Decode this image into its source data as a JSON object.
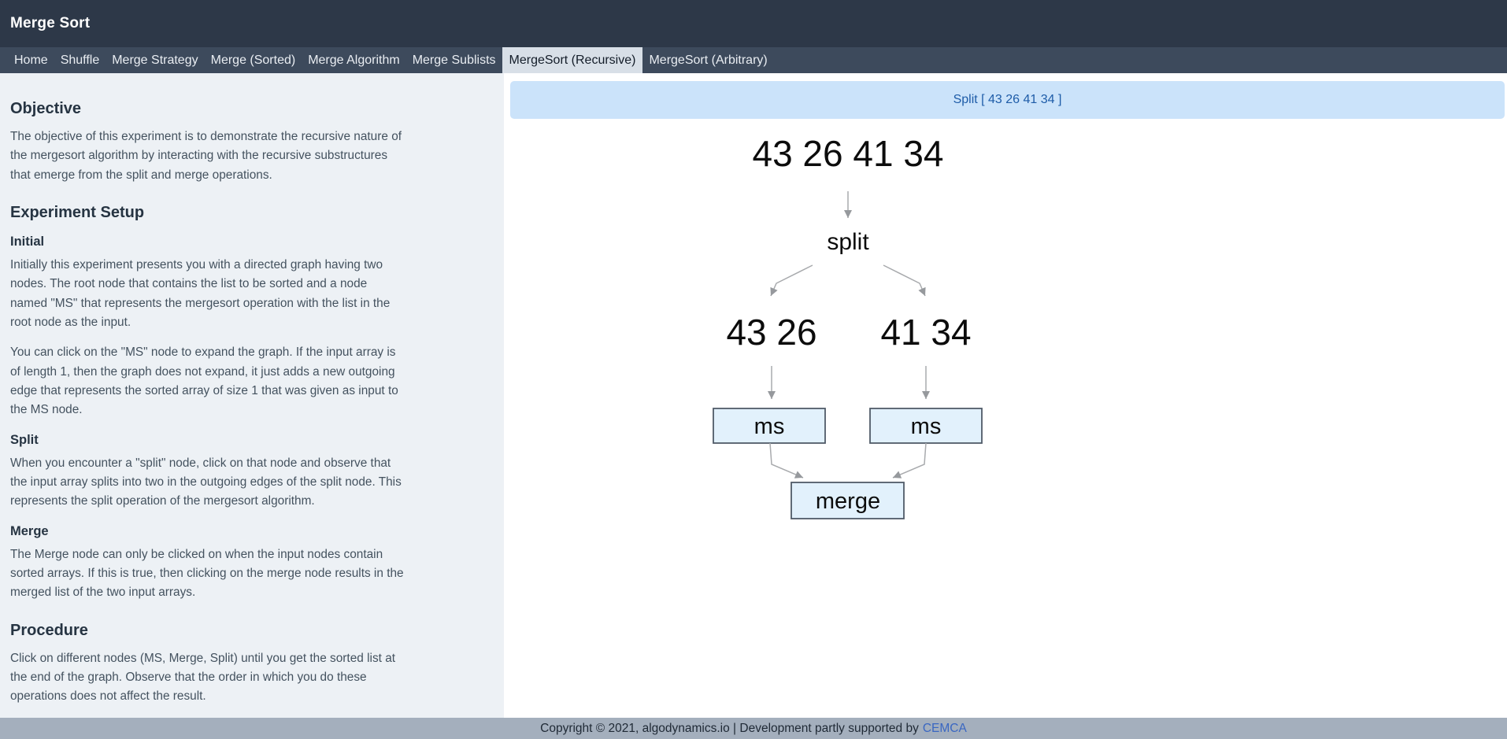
{
  "header": {
    "title": "Merge Sort"
  },
  "tabs": {
    "items": [
      {
        "label": "Home",
        "active": false
      },
      {
        "label": "Shuffle",
        "active": false
      },
      {
        "label": "Merge Strategy",
        "active": false
      },
      {
        "label": "Merge (Sorted)",
        "active": false
      },
      {
        "label": "Merge Algorithm",
        "active": false
      },
      {
        "label": "Merge Sublists",
        "active": false
      },
      {
        "label": "MergeSort (Recursive)",
        "active": true
      },
      {
        "label": "MergeSort (Arbitrary)",
        "active": false
      }
    ]
  },
  "sidebar": {
    "objective_heading": "Objective",
    "objective_text": "The objective of this experiment is to demonstrate the recursive nature of the mergesort algorithm by interacting with the recursive substructures that emerge from the split and merge operations.",
    "setup_heading": "Experiment Setup",
    "initial_heading": "Initial",
    "initial_p1": "Initially this experiment presents you with a directed graph having two nodes. The root node that contains the list to be sorted and a node named \"MS\" that represents the mergesort operation with the list in the root node as the input.",
    "initial_p2": "You can click on the \"MS\" node to expand the graph. If the input array is of length 1, then the graph does not expand, it just adds a new outgoing edge that represents the sorted array of size 1 that was given as input to the MS node.",
    "split_heading": "Split",
    "split_text": "When you encounter a \"split\" node, click on that node and observe that the input array splits into two in the outgoing edges of the split node. This represents the split operation of the mergesort algorithm.",
    "merge_heading": "Merge",
    "merge_text": "The Merge node can only be clicked on when the input nodes contain sorted arrays. If this is true, then clicking on the merge node results in the merged list of the two input arrays.",
    "procedure_heading": "Procedure",
    "procedure_text": "Click on different nodes (MS, Merge, Split) until you get the sorted list at the end of the graph. Observe that the order in which you do these operations does not affect the result."
  },
  "status_bar": {
    "text": "Split [ 43 26 41 34 ]"
  },
  "graph": {
    "root_value": "43 26 41 34",
    "split_label": "split",
    "left_value": "43 26",
    "right_value": "41 34",
    "ms_left_label": "ms",
    "ms_right_label": "ms",
    "merge_label": "merge"
  },
  "footer": {
    "copyright_text": "Copyright © 2021, algodynamics.io | Development partly supported by",
    "link_label": "CEMCA"
  },
  "colors": {
    "header_bg": "#2d3848",
    "navbar_bg": "#3d4a5c",
    "active_tab_bg": "#d8dfe7",
    "sidebar_bg": "#edf1f5",
    "status_bg": "#cbe3fa",
    "status_text": "#1e5ca8",
    "node_fill": "#e2f1fc",
    "node_border": "#505b68",
    "edge_gray": "#a8aaad",
    "footer_bg": "#a4afbd",
    "link_blue": "#3a67c2"
  }
}
